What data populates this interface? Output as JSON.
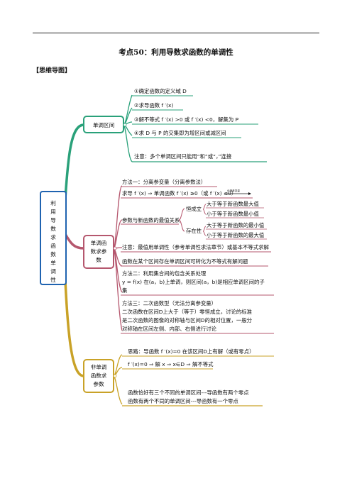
{
  "header": {
    "title": "考点50：利用导数求函数的单调性",
    "section_label": "【思维导图】"
  },
  "root": {
    "label": "利用导数求函数单调性",
    "chars": [
      "利",
      "用",
      "导",
      "数",
      "求",
      "函",
      "数",
      "单",
      "调",
      "性"
    ]
  },
  "branch1": {
    "label": "单调区间",
    "items": [
      "①确定函数的定义域 D",
      "②求导函数 f ′(x)",
      "③解不等式 f ′(x) >0 或 f ′(x) <0，解集为 P",
      "④求 D 与 P 的交集即为增区间或减区间",
      "注意：多个单调区间只能用“和”或“，”连接"
    ]
  },
  "branch2": {
    "label_lines": [
      "单调函",
      "数求参",
      "数"
    ],
    "method1_title": "方法一：分离参变量（分离参数法）",
    "method1_formula": "求导 f ′(x) ⇒ 单调函数 f ′(x) ≥0（或 f ′(x) ≤0）",
    "arrow_note": "分离参变量",
    "relation_label": "参数与新函数的最值关系",
    "hold_label": "恒成立",
    "exist_label": "存在性",
    "hold_items": [
      "大于等于新函数最大值",
      "小于等于新函数最小值"
    ],
    "exist_items": [
      "大于等于新函数的最小值",
      "小于等于新函数的最大值"
    ],
    "note": "注意：最值用单调性（参考单调性求法章节）或基本不等式求解",
    "item2": "函数在某个区间存在单调区间可转化为不等式有解问题",
    "method2_lines": [
      "方法二：利用集合间的包含关系处理",
      "y = f(x) 在(a，b)上单调，则区间(a，b)是相应单调区间的子",
      "集"
    ],
    "method3_lines": [
      "方法三：二次函数型（无法分离参变量）",
      "二次函数在区间D上大于（等于）零恒成立，讨论的标准",
      "是二次函数的图像的对称轴与区间D的相对位置，一般分",
      "对称轴在区间左侧、内部、右侧进行讨论"
    ]
  },
  "branch3": {
    "label_lines": [
      "非单调",
      "函数求",
      "参数"
    ],
    "idea": "思路：导函数 f ′(x)=0 在该区间D上有解（或有零点）",
    "formula": "f ′(x)=0 ⇒ 解 x ⇒ x∈D ⇒ 解不等式",
    "items": [
      "函数恰好有三个不同的单调区间---导函数有两个零点",
      "函数有两个不同的单调区间---导函数有一个零点"
    ]
  },
  "colors": {
    "root": "#1f63b0",
    "branch1": "#2aa17a",
    "branch2": "#b5576e",
    "branch3": "#c9a227",
    "divider": "#222222"
  }
}
